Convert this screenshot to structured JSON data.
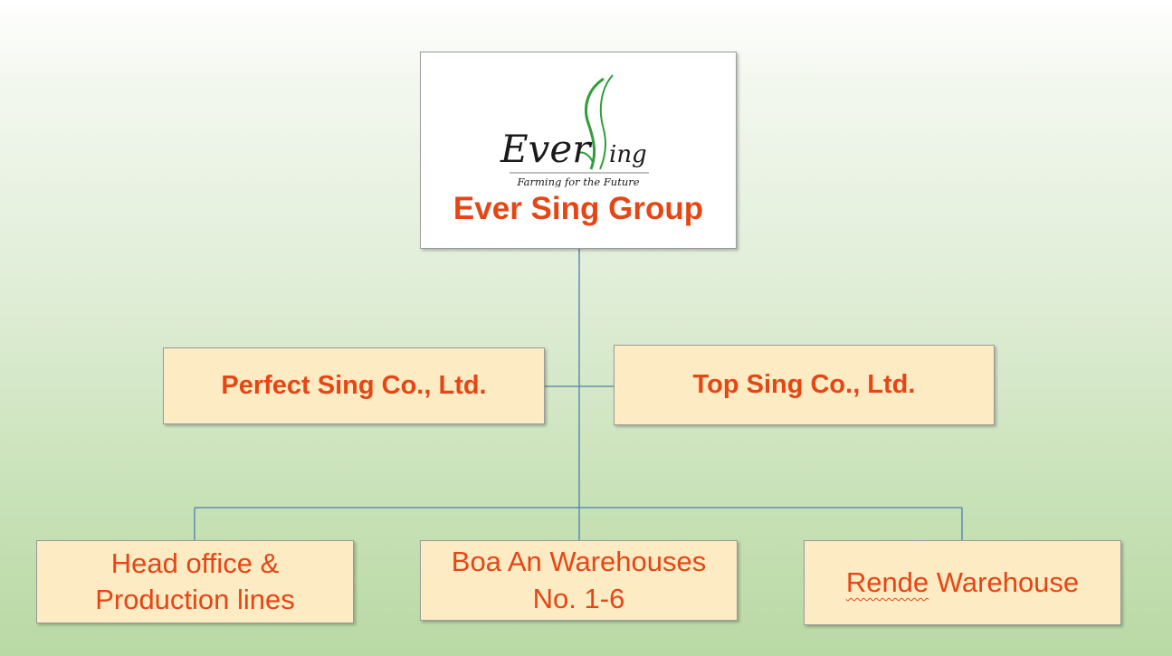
{
  "colors": {
    "accent_text": "#e64614",
    "box_fill": "#fdebc4",
    "top_box_fill": "#ffffff",
    "connector": "#4a7fb0",
    "logo_green": "#2f9e3a"
  },
  "logo": {
    "wordmark_left": "Ever",
    "wordmark_right": "ing",
    "tagline": "Farming for the Future"
  },
  "top": {
    "title": "Ever Sing Group"
  },
  "middle": [
    {
      "label": "Perfect Sing Co., Ltd."
    },
    {
      "label": "Top Sing Co., Ltd."
    }
  ],
  "bottom": [
    {
      "line1": "Head office &",
      "line2": "Production lines"
    },
    {
      "line1": "Boa An Warehouses",
      "line2": "No. 1-6"
    },
    {
      "word1": "Rende",
      "word2": " Warehouse"
    }
  ]
}
